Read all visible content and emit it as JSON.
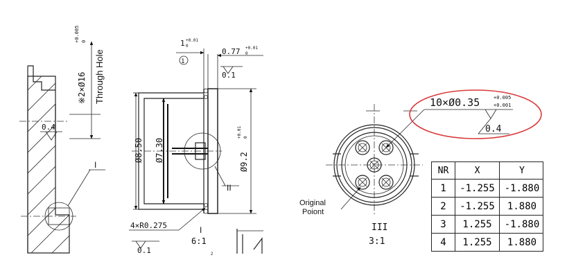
{
  "left_view": {
    "dim_hole": "※2×Ø16",
    "dim_hole_tol": "+0.005",
    "dim_hole_tol2": "0",
    "through_hole": "Through Hole",
    "flatness": "0.4",
    "detail_ref": "I"
  },
  "mid_view": {
    "dim_top": "1",
    "dim_top_tol": "+0.01",
    "dim_top_tol2": "0",
    "circle_ref": "①",
    "dim_right_top": "0.77",
    "dim_right_top_tol": "+0.01",
    "dim_right_top_tol2": "0",
    "flat_top": "0.1",
    "dia_850": "Ø8.50",
    "dia_730": "Ø7.30",
    "dia_92": "Ø9.2",
    "dia_92_tol": "+0.01",
    "dia_92_tol2": "0",
    "detail_ref": "II",
    "radius": "4×R0.275",
    "flat_bottom": "0.1",
    "detail_label": "I",
    "detail_scale": "6:1",
    "small_mark": "2"
  },
  "right_view": {
    "hole_spec": "10×Ø0.35",
    "hole_tol": "+0.005",
    "hole_tol2": "+0.001",
    "flatness": "0.4",
    "origin_label_1": "Original",
    "origin_label_2": "Poiont",
    "detail_label": "III",
    "detail_scale": "3:1",
    "highlight_color": "#d9383a"
  },
  "table": {
    "headers": [
      "NR",
      "X",
      "Y"
    ],
    "rows": [
      [
        "1",
        "-1.255",
        "-1.880"
      ],
      [
        "2",
        "-1.255",
        "1.880"
      ],
      [
        "3",
        "1.255",
        "-1.880"
      ],
      [
        "4",
        "1.255",
        "1.880"
      ]
    ]
  }
}
